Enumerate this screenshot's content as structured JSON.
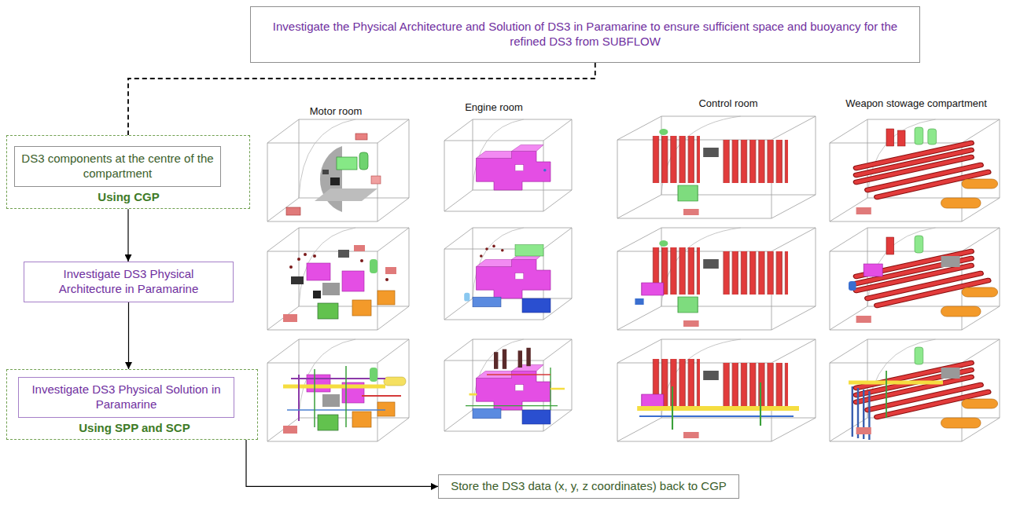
{
  "diagram": {
    "nodes": [
      {
        "text": [
          "Investigate the Physical Architecture and Solution of DS3 in Paramarine to ensure sufficient space and buoyancy for the refined DS3 from SUBFLOW"
        ]
      },
      {
        "text": [
          "Using CGP"
        ]
      },
      {
        "text": [
          "DS3 components at the centre of the compartment"
        ],
        "in": 1
      },
      {
        "text": [
          "Investigate DS3 Physical Architecture in Paramarine"
        ]
      },
      {
        "text": [
          "Using SPP and SCP"
        ]
      },
      {
        "text": [
          "Investigate DS3 Physical Solution in Paramarine"
        ],
        "in": 4
      },
      {
        "text": [
          "Store the DS3 data (x, y, z coordinates) back to CGP"
        ]
      }
    ],
    "edges": [
      {
        "from": 0,
        "to": 1,
        "arrow": "none"
      },
      {
        "from": 1,
        "to": 3,
        "arrow": "to"
      },
      {
        "from": 3,
        "to": 4,
        "arrow": "to"
      },
      {
        "from": 5,
        "to": 6,
        "arrow": "to"
      }
    ],
    "labels": [
      "Motor room",
      "Engine room",
      "Control room",
      "Weapon stowage compartment"
    ]
  }
}
